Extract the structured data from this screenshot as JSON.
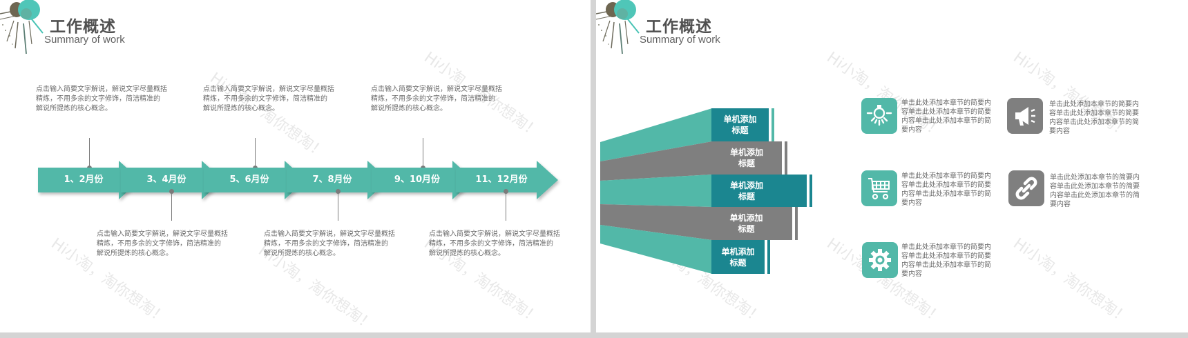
{
  "colors": {
    "teal": "#52b8a8",
    "dark_teal": "#1b8690",
    "gray": "#7f7f7f",
    "text": "#505050"
  },
  "left_slide": {
    "title": "工作概述",
    "subtitle": "Summary of work",
    "watermark": "Hi小淘，淘你想淘！",
    "timeline": [
      {
        "label": "1、2月份",
        "marker": "top"
      },
      {
        "label": "3、4月份",
        "marker": "bottom"
      },
      {
        "label": "5、6月份",
        "marker": "top"
      },
      {
        "label": "7、8月份",
        "marker": "bottom"
      },
      {
        "label": "9、10月份",
        "marker": "top"
      },
      {
        "label": "11、12月份",
        "marker": "bottom"
      }
    ],
    "descriptions": {
      "top": [
        "点击输入简要文字解说，解说文字尽量概括精炼，不用多余的文字修饰，简洁精准的 解说所提炼的核心概念。",
        "点击输入简要文字解说，解说文字尽量概括精炼，不用多余的文字修饰，简洁精准的 解说所提炼的核心概念。",
        "点击输入简要文字解说，解说文字尽量概括精炼，不用多余的文字修饰，简洁精准的 解说所提炼的核心概念。"
      ],
      "bottom": [
        "点击输入简要文字解说，解说文字尽量概括精炼，不用多余的文字修饰，简洁精准的 解说所提炼的核心概念。",
        "点击输入简要文字解说，解说文字尽量概括精炼，不用多余的文字修饰，简洁精准的 解说所提炼的核心概念。",
        "点击输入简要文字解说，解说文字尽量概括精炼，不用多余的文字修饰，简洁精准的 解说所提炼的核心概念。"
      ]
    }
  },
  "right_slide": {
    "title": "工作概述",
    "subtitle": "Summary of work",
    "watermark": "Hi小淘，淘你想淘！",
    "bars": [
      {
        "label": "单机添加标题",
        "line1": "单机添加",
        "line2": "标题",
        "color": "teal"
      },
      {
        "label": "单机添加标题",
        "line1": "单机添加",
        "line2": "标题",
        "color": "gray"
      },
      {
        "label": "单机添加标题",
        "line1": "单机添加",
        "line2": "标题",
        "color": "teal"
      },
      {
        "label": "单机添加标题",
        "line1": "单机添加",
        "line2": "标题",
        "color": "gray"
      },
      {
        "label": "单机添加标题",
        "line1": "单机添加",
        "line2": "标题",
        "color": "teal"
      }
    ],
    "features": [
      {
        "icon": "lightbulb-icon",
        "color": "teal",
        "text": "单击此处添加本章节的简要内容单击此处添加本章节的简要内容单击此处添加本章节的简要内容"
      },
      {
        "icon": "megaphone-icon",
        "color": "gray",
        "text": "单击此处添加本章节的简要内容单击此处添加本章节的简要内容单击此处添加本章节的简要内容"
      },
      {
        "icon": "shopping-cart-icon",
        "color": "teal",
        "text": "单击此处添加本章节的简要内容单击此处添加本章节的简要内容单击此处添加本章节的简要内容"
      },
      {
        "icon": "link-icon",
        "color": "gray",
        "text": "单击此处添加本章节的简要内容单击此处添加本章节的简要内容单击此处添加本章节的简要内容"
      },
      {
        "icon": "gear-icon",
        "color": "teal",
        "text": "单击此处添加本章节的简要内容单击此处添加本章节的简要内容单击此处添加本章节的简要内容"
      }
    ]
  }
}
